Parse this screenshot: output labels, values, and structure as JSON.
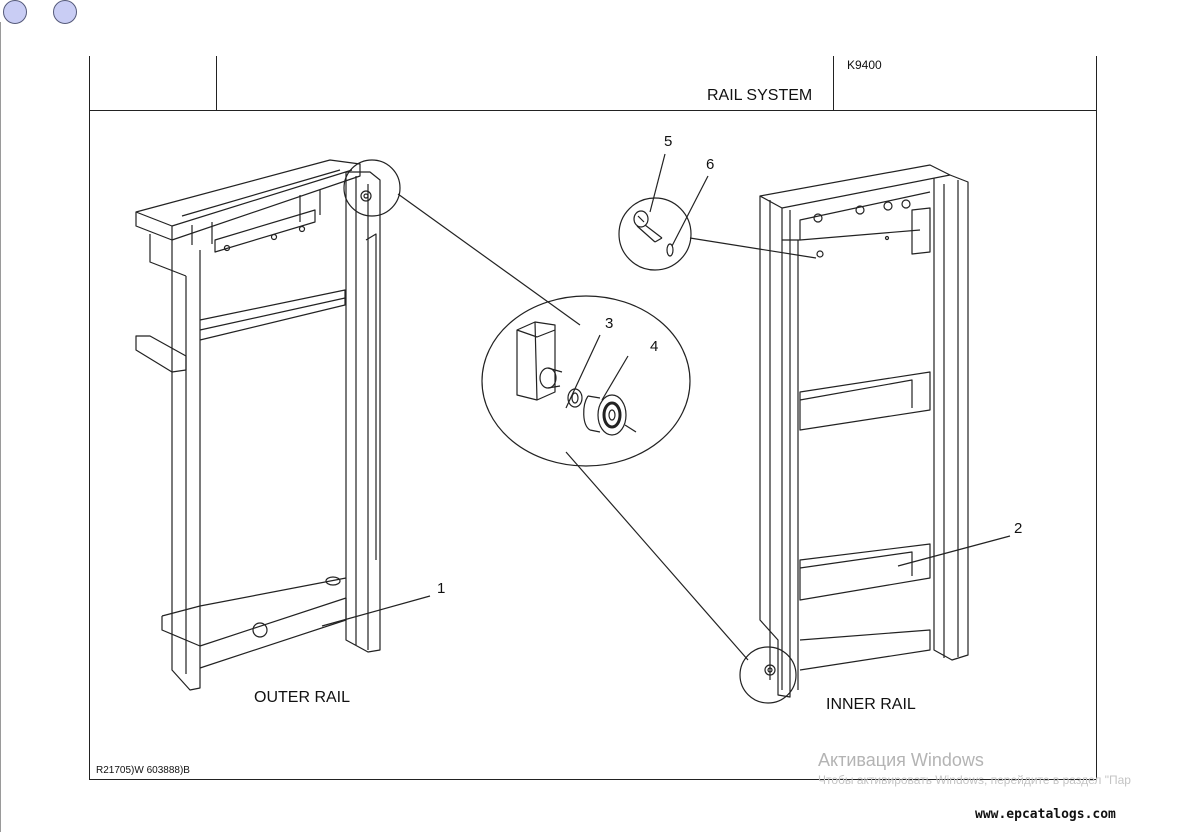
{
  "window": {
    "controls": [
      "circle-button",
      "circle-button"
    ]
  },
  "header": {
    "title": "RAIL SYSTEM",
    "code": "K9400"
  },
  "drawing": {
    "part_numbers": [
      "1",
      "2",
      "3",
      "4",
      "5",
      "6"
    ],
    "labels": {
      "outer_rail": "OUTER RAIL",
      "inner_rail": "INNER RAIL"
    },
    "reference": "R21705)W  603888)B"
  },
  "watermark": {
    "title": "Активация Windows",
    "subtitle": "Чтобы активировать Windows, перейдите в раздел \"Пар"
  },
  "footer": {
    "site": "www.epcatalogs.com"
  }
}
